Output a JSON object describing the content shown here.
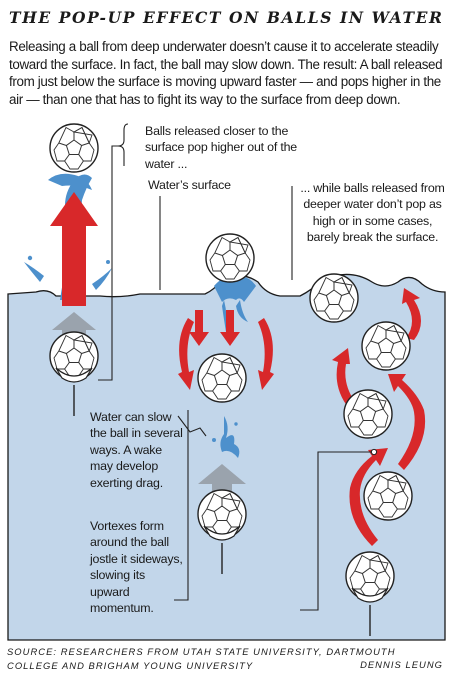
{
  "header": {
    "title": "THE POP-UP EFFECT ON BALLS IN WATER",
    "intro": "Releasing a ball from deep underwater doesn’t cause it to accelerate steadily toward the surface. In fact, the ball may slow down. The result: A ball released from just below the surface is moving upward faster — and pops higher in the air — than one that has to fight its way to the surface from deep down."
  },
  "annotations": {
    "closer_to_surface": "Balls released closer to the surface pop higher out of the water ...",
    "waters_surface": "Water’s surface",
    "deeper_water": "... while balls released from deeper water don’t pop as high or in some cases, barely break the surface.",
    "slow_down": "Water can slow the ball in several ways. A wake may develop exerting drag.",
    "vortexes": "Vortexes form around the ball jostle it sideways, slowing its upward momentum."
  },
  "footer": {
    "source": "SOURCE: RESEARCHERS FROM UTAH STATE UNIVERSITY, DARTMOUTH COLLEGE AND BRIGHAM YOUNG UNIVERSITY",
    "credit": "DENNIS LEUNG"
  },
  "colors": {
    "water": "#c2d6ea",
    "water_edge": "#1a1a1a",
    "splash": "#4d90cc",
    "motion_arrow": "#d8282a",
    "rise_arrow": "#9aa3ad"
  }
}
